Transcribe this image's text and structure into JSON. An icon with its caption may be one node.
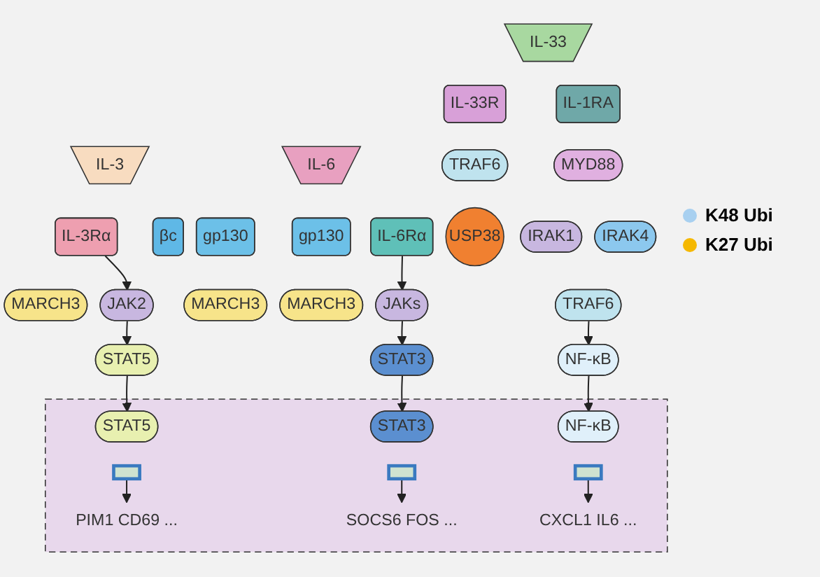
{
  "diagram": {
    "nodes": [
      {
        "text": [
          "IL-3"
        ]
      },
      {
        "text": [
          "IL-3Rα"
        ]
      },
      {
        "text": [
          "βc"
        ]
      },
      {
        "text": [
          "MARCH3"
        ]
      },
      {
        "text": [
          "JAK2"
        ]
      },
      {
        "text": [
          "STAT5"
        ]
      },
      {
        "text": [
          "IL-6"
        ]
      },
      {
        "text": [
          "MARCH3"
        ]
      },
      {
        "text": [
          "gp130"
        ]
      },
      {
        "text": [
          "IL-6Rα"
        ]
      },
      {
        "text": [
          "gp130"
        ]
      },
      {
        "text": [
          "MARCH3"
        ]
      },
      {
        "text": [
          "JAKs"
        ]
      },
      {
        "text": [
          "STAT3"
        ]
      },
      {
        "text": [
          "IL-33"
        ]
      },
      {
        "text": [
          "IL-33R"
        ]
      },
      {
        "text": [
          "IL-1RA"
        ]
      },
      {
        "text": [
          "TRAF6"
        ]
      },
      {
        "text": [
          "USP38"
        ]
      },
      {
        "text": [
          "MYD88"
        ]
      },
      {
        "text": [
          "IRAK1"
        ]
      },
      {
        "text": [
          "IRAK4"
        ]
      },
      {
        "text": [
          "TRAF6"
        ]
      },
      {
        "text": [
          "NF-κB"
        ]
      },
      {
        "text": [],
        "shape": "box"
      },
      {
        "text": [
          "STAT5"
        ],
        "in": 24
      },
      {
        "text": [],
        "shape": "picture",
        "in": 24
      },
      {
        "text": [
          "PIM1 CD69 ..."
        ],
        "in": 24
      },
      {
        "text": [
          "STAT3"
        ],
        "in": 24
      },
      {
        "text": [],
        "shape": "picture",
        "in": 24
      },
      {
        "text": [
          "SOCS6 FOS ..."
        ],
        "in": 24
      },
      {
        "text": [
          "NF-κB"
        ],
        "in": 24
      },
      {
        "text": [],
        "shape": "picture",
        "in": 24
      },
      {
        "text": [
          "CXCL1 IL6 ..."
        ],
        "in": 24
      }
    ],
    "edges": [
      {
        "from": 1,
        "to": 4,
        "arrow": "to"
      },
      {
        "from": 4,
        "to": 5,
        "arrow": "to"
      },
      {
        "from": 5,
        "to": 25,
        "arrow": "to"
      },
      {
        "from": 26,
        "to": 27,
        "arrow": "to"
      },
      {
        "from": 9,
        "to": 12,
        "arrow": "to"
      },
      {
        "from": 12,
        "to": 13,
        "arrow": "to"
      },
      {
        "from": 13,
        "to": 28,
        "arrow": "to"
      },
      {
        "from": 29,
        "to": 30,
        "arrow": "to"
      },
      {
        "from": 22,
        "to": 23,
        "arrow": "to"
      },
      {
        "from": 23,
        "to": 31,
        "arrow": "to"
      },
      {
        "from": 32,
        "to": 33,
        "arrow": "to"
      }
    ],
    "legend": [
      {
        "text": "K48 Ubi",
        "color": "#a8d0f0"
      },
      {
        "text": "K27 Ubi",
        "color": "#f5b800"
      }
    ]
  }
}
